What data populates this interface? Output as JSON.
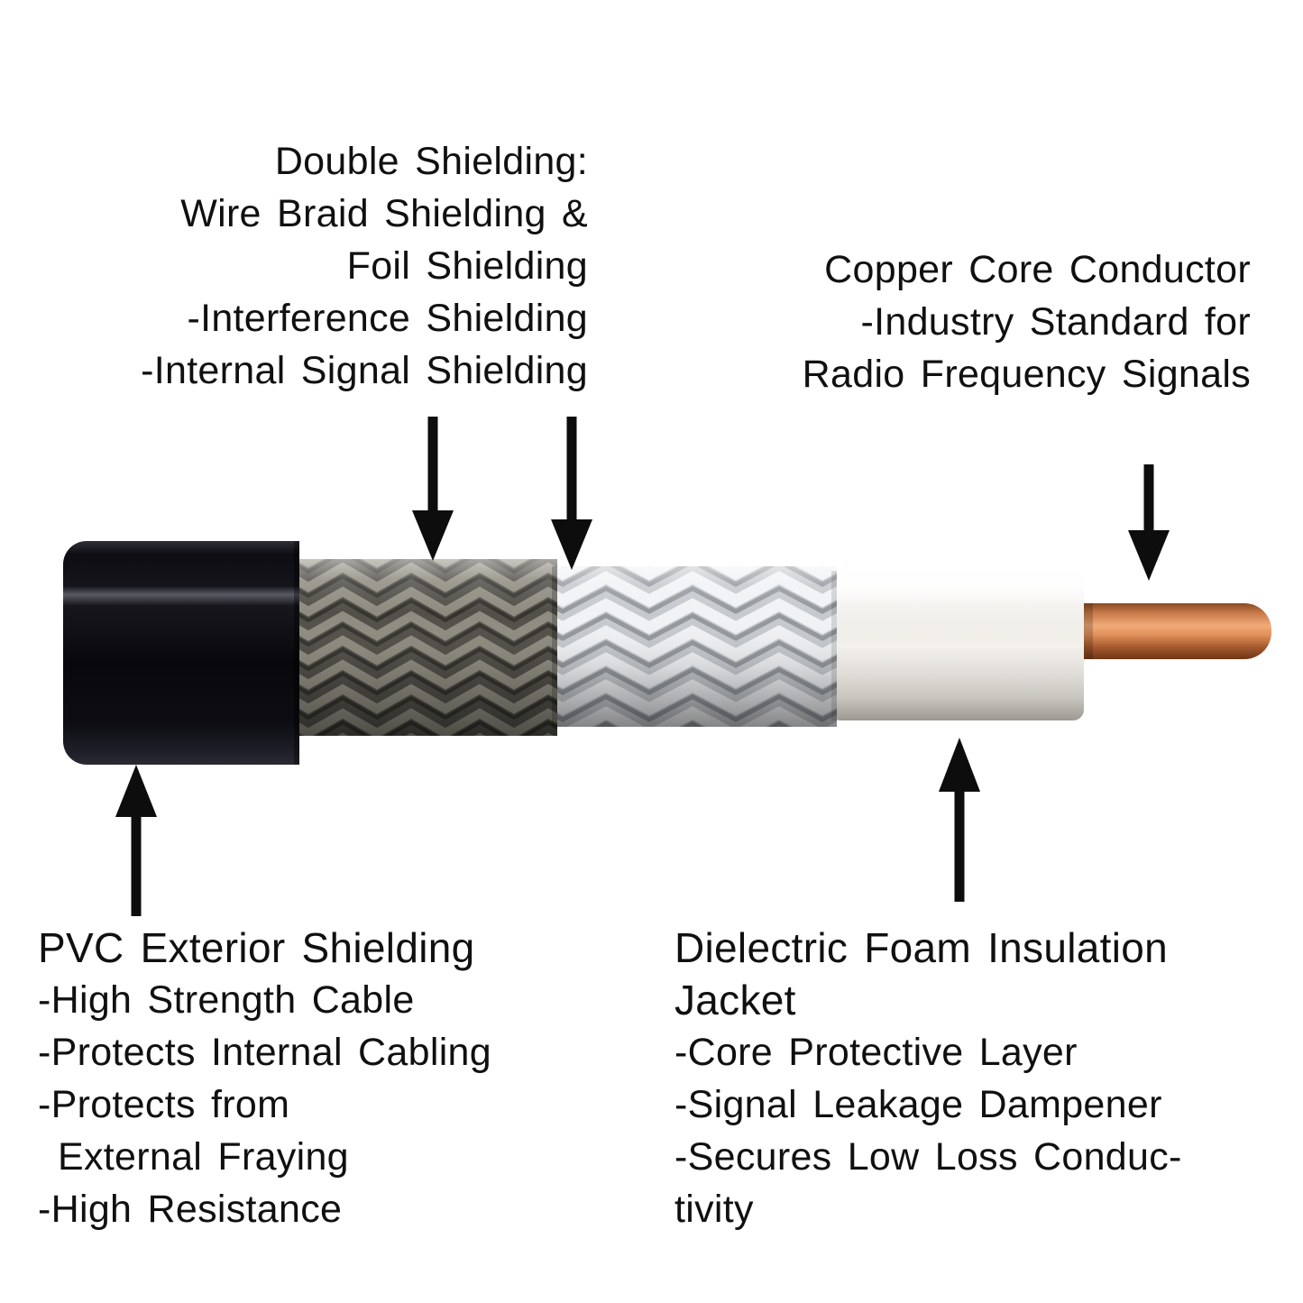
{
  "labels": {
    "double_shielding": {
      "title": "Double Shielding:",
      "lines": [
        "Wire Braid Shielding &",
        "Foil Shielding",
        "-Interference Shielding",
        "-Internal Signal Shielding"
      ]
    },
    "copper_core": {
      "title": "Copper Core Conductor",
      "lines": [
        "-Industry Standard for",
        "Radio Frequency Signals"
      ]
    },
    "pvc_exterior": {
      "title": "PVC Exterior Shielding",
      "lines": [
        "-High Strength Cable",
        "-Protects Internal Cabling",
        "-Protects from",
        "External Fraying",
        "-High Resistance"
      ]
    },
    "dielectric": {
      "title_lines": [
        "Dielectric Foam Insulation",
        "Jacket"
      ],
      "lines": [
        "-Core Protective Layer",
        "-Signal Leakage Dampener",
        "-Secures Low Loss Conduc-",
        "tivity"
      ]
    }
  },
  "cable": {
    "segments": [
      {
        "name": "pvc-jacket",
        "color": "#14141a"
      },
      {
        "name": "wire-braid-shield",
        "color": "#6e6d66"
      },
      {
        "name": "foil-shield",
        "color": "#d6d8db"
      },
      {
        "name": "foam-dielectric",
        "color": "#f4f2ed"
      },
      {
        "name": "copper-core",
        "color": "#c87a47"
      }
    ],
    "arrow_color": "#0d0d0d",
    "text_color": "#101010",
    "background": "#ffffff"
  }
}
